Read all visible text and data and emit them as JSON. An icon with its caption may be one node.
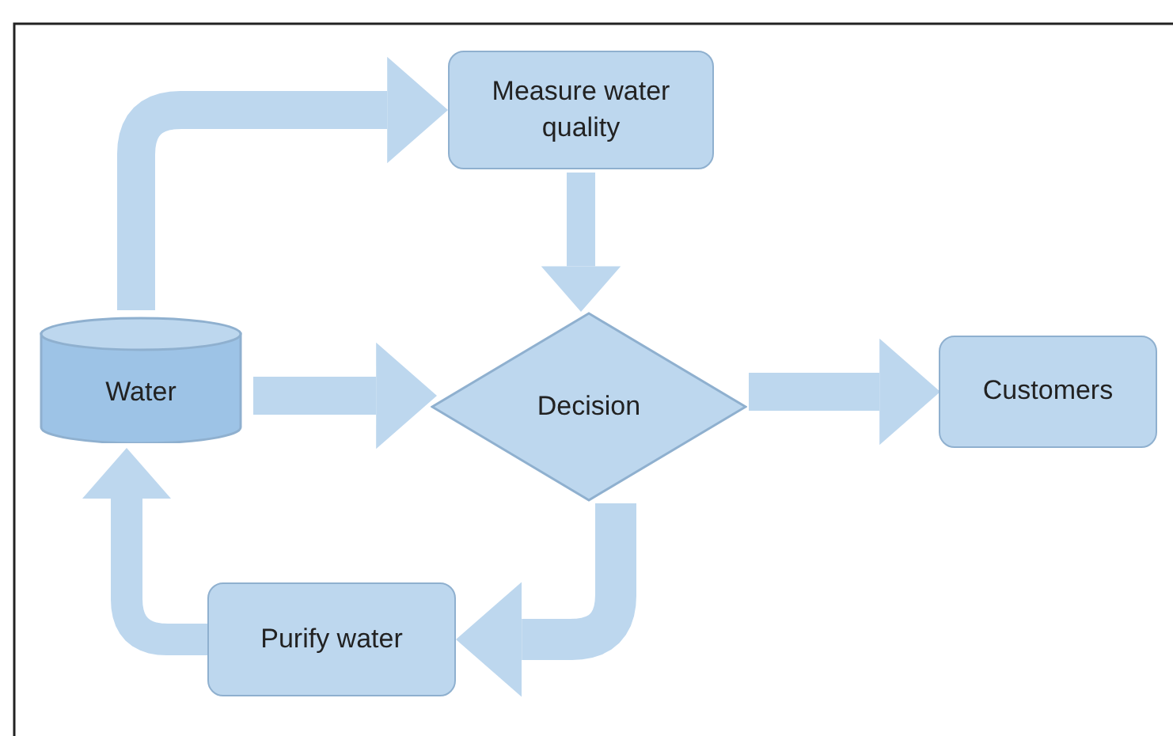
{
  "diagram": {
    "nodes": [
      {
        "text": [
          "Measure water quality"
        ]
      },
      {
        "text": [
          "Water"
        ]
      },
      {
        "text": [
          "Decision"
        ]
      },
      {
        "text": [
          "Customers"
        ]
      },
      {
        "text": [
          "Purify water"
        ]
      }
    ],
    "edges": [
      {
        "from": 1,
        "to": 0,
        "arrow": "to"
      },
      {
        "from": 0,
        "to": 2,
        "arrow": "to"
      },
      {
        "from": 1,
        "to": 2,
        "arrow": "to"
      },
      {
        "from": 2,
        "to": 3,
        "arrow": "to"
      },
      {
        "from": 2,
        "to": 4,
        "arrow": "to"
      },
      {
        "from": 4,
        "to": 1,
        "arrow": "to"
      }
    ]
  }
}
